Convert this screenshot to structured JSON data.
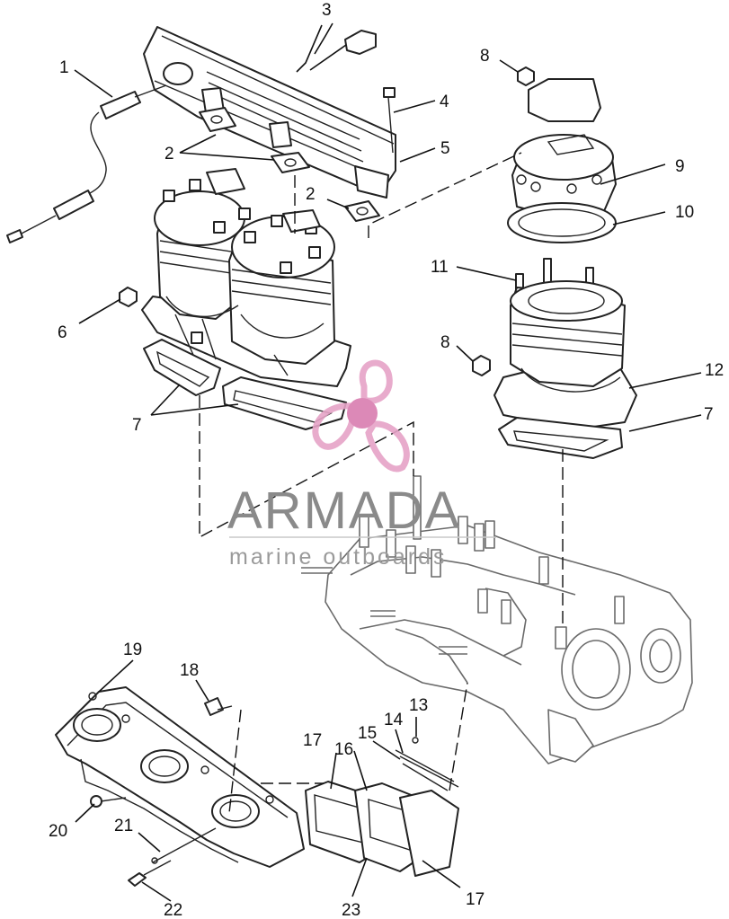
{
  "watermark": {
    "brand": "ARMADA",
    "tagline": "marine outboards",
    "logo_color": "#e6a3c7",
    "logo_center_color": "#d97db0",
    "text_color": "#8a8a8a"
  },
  "callouts": {
    "c1": "1",
    "c2a": "2",
    "c2b": "2",
    "c3": "3",
    "c4": "4",
    "c5": "5",
    "c6": "6",
    "c7a": "7",
    "c7b": "7",
    "c8a": "8",
    "c8b": "8",
    "c9": "9",
    "c10": "10",
    "c11": "11",
    "c12": "12",
    "c13": "13",
    "c14": "14",
    "c15": "15",
    "c16": "16",
    "c17a": "17",
    "c17b": "17",
    "c18": "18",
    "c19": "19",
    "c20": "20",
    "c21": "21",
    "c22": "22",
    "c23": "23"
  }
}
